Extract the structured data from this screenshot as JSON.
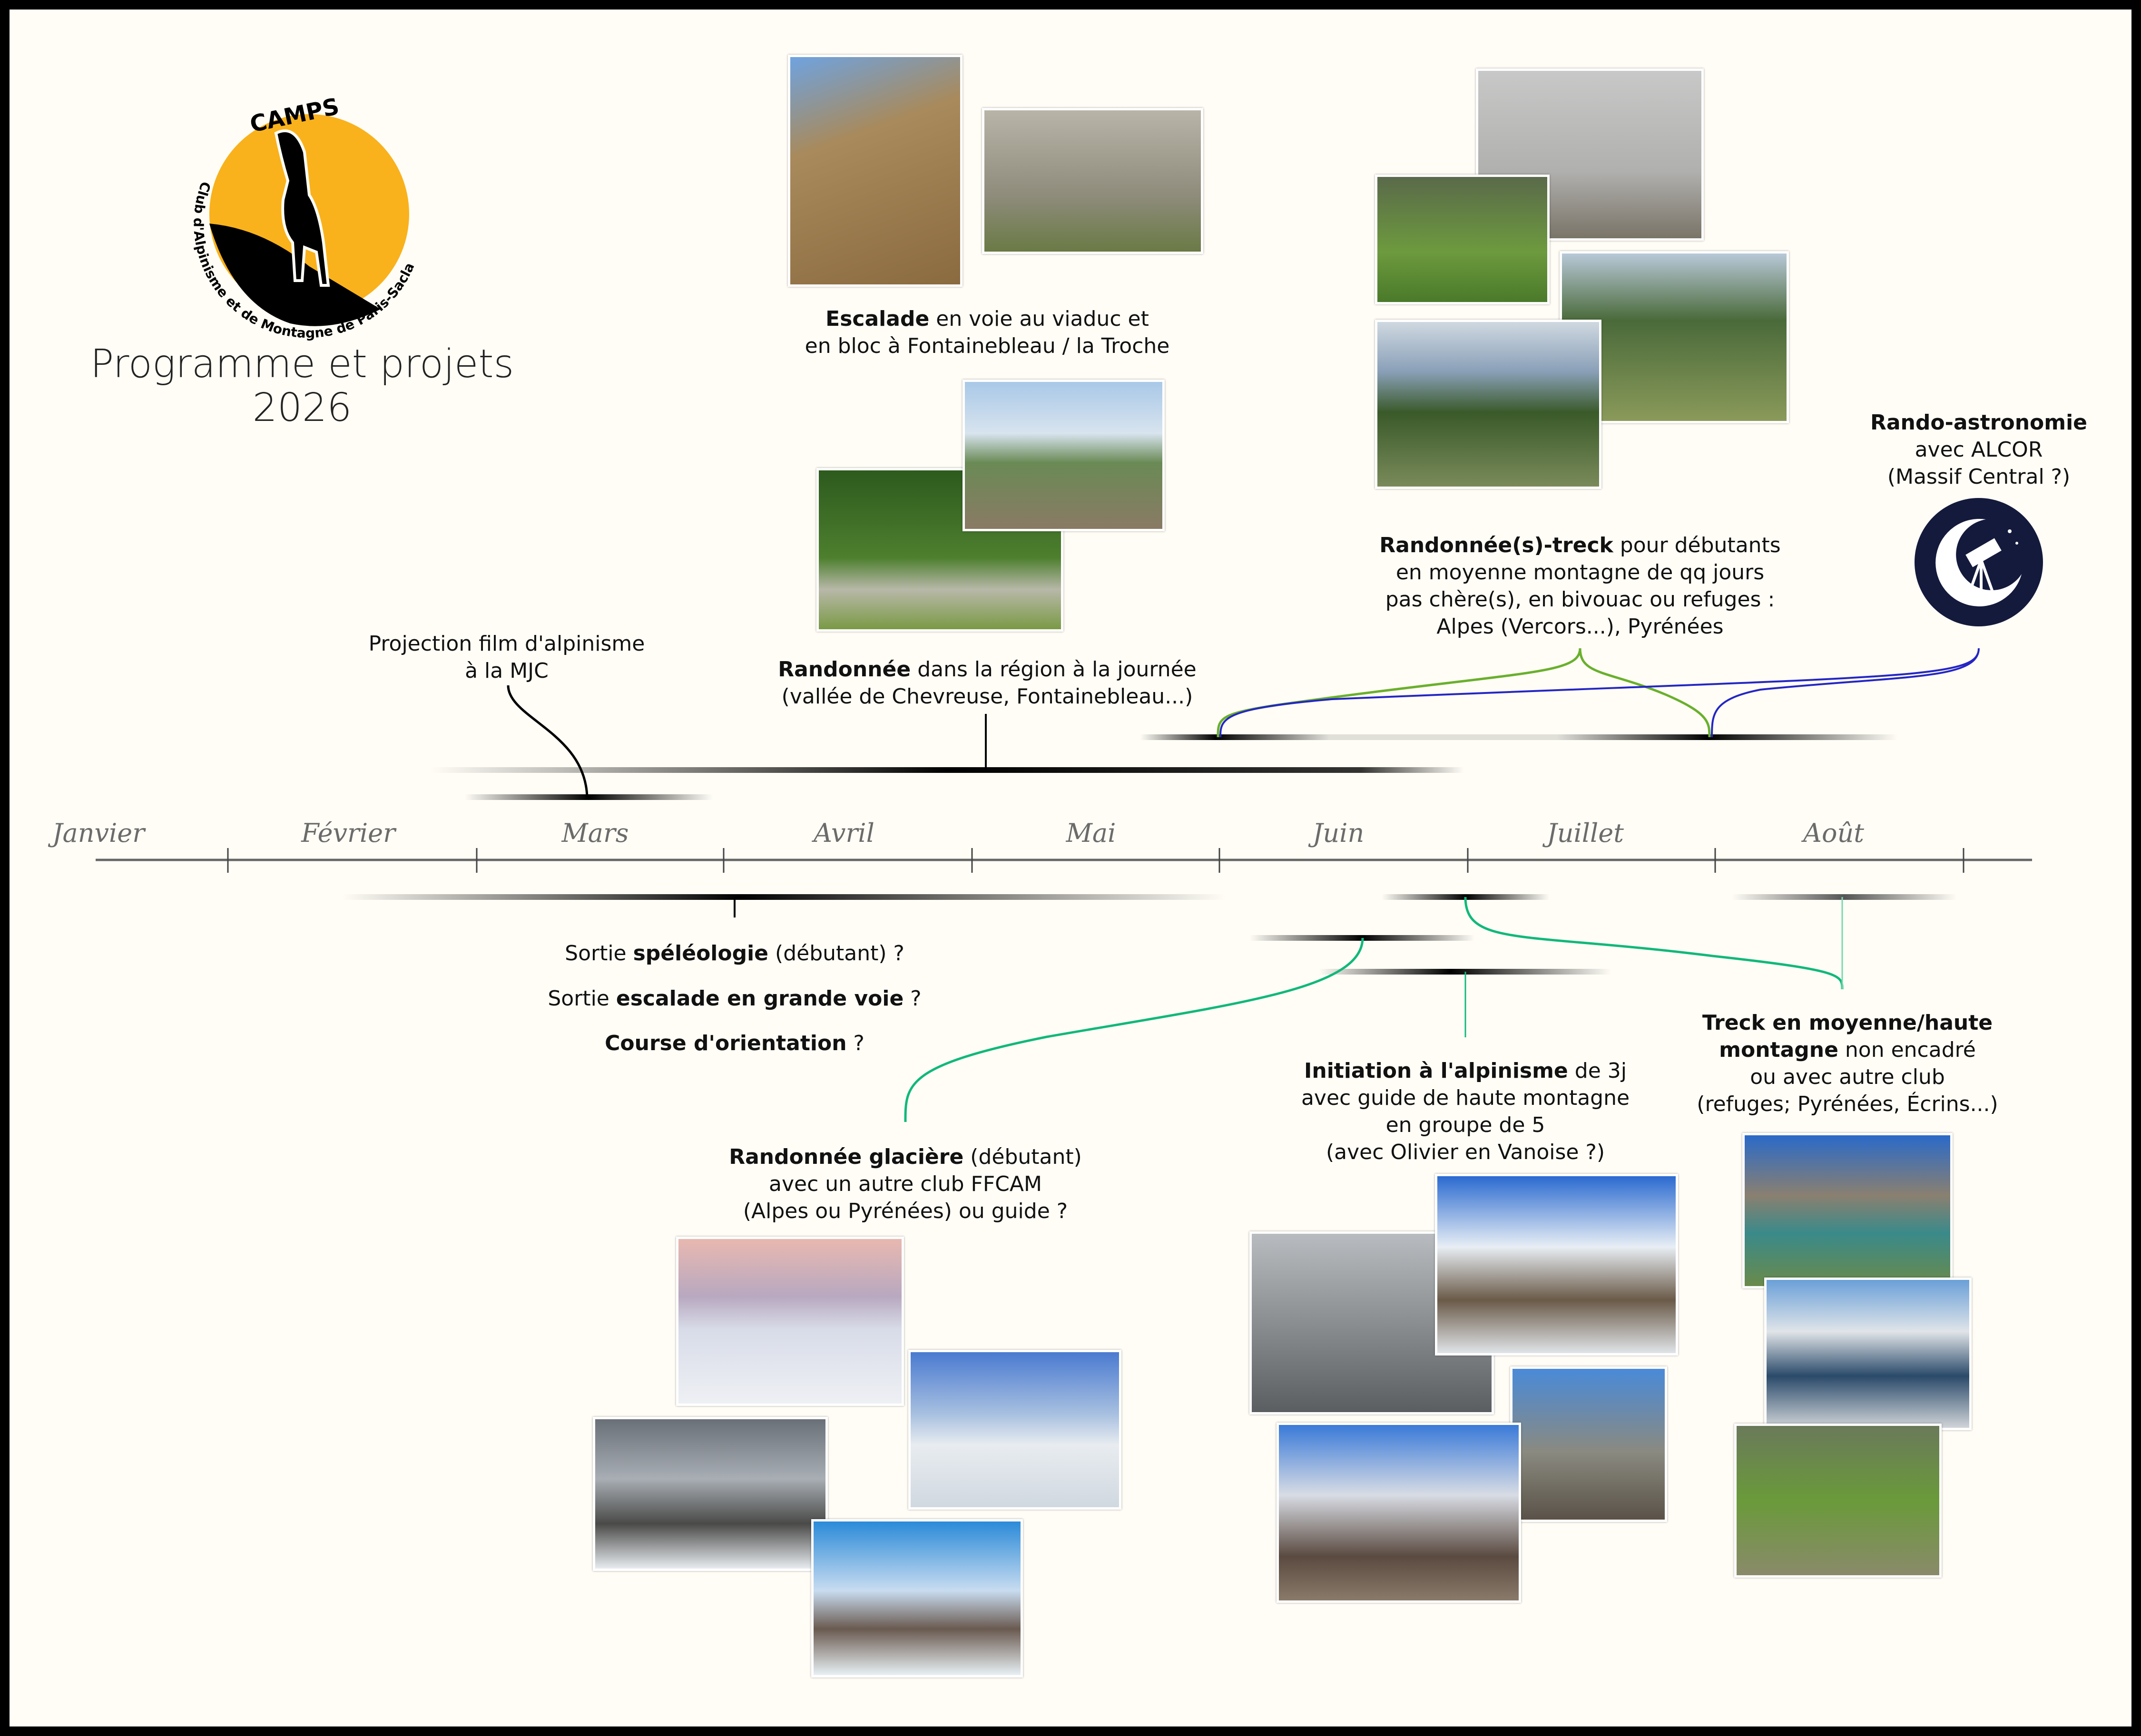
{
  "logo": {
    "name": "CAMPS",
    "subtitle": "Club d'Alpinisme et de Montagne de Paris-Saclay",
    "sun_color": "#f9b21c"
  },
  "title": {
    "line1": "Programme et projets",
    "line2": "2026"
  },
  "months": [
    "Janvier",
    "Février",
    "Mars",
    "Avril",
    "Mai",
    "Juin",
    "Juillet",
    "Août"
  ],
  "events": {
    "projection": {
      "line1": "Projection film d'alpinisme",
      "line2": "à la MJC"
    },
    "escalade": {
      "bold": "Escalade",
      "line1_rest": " en voie au viaduc et",
      "line2": "en bloc à Fontainebleau / la Troche"
    },
    "rando": {
      "bold": "Randonnée",
      "line1_rest": " dans la région à la journée",
      "line2": "(vallée de Chevreuse, Fontainebleau...)"
    },
    "treck_debutants": {
      "bold": "Randonnée(s)-treck",
      "line1_rest": " pour débutants",
      "line2": "en moyenne montagne de qq jours",
      "line3": "pas chère(s), en bivouac ou refuges :",
      "line4": "Alpes (Vercors...), Pyrénées"
    },
    "astro": {
      "bold": "Rando-astronomie",
      "line2": "avec ALCOR",
      "line3": "(Massif Central ?)"
    },
    "speleo": {
      "pre": "Sortie ",
      "bold": "spéléologie",
      "rest": " (débutant) ?"
    },
    "grande_voie": {
      "pre": "Sortie ",
      "bold": "escalade en grande voie",
      "rest": " ?"
    },
    "orientation": {
      "bold": "Course d'orientation",
      "rest": " ?"
    },
    "glaciere": {
      "bold": "Randonnée glacière",
      "line1_rest": " (débutant)",
      "line2": "avec un autre club FFCAM",
      "line3": "(Alpes ou Pyrénées) ou guide ?"
    },
    "alpinisme": {
      "bold": "Initiation à l'alpinisme",
      "line1_rest": " de 3j",
      "line2": "avec guide de haute montagne",
      "line3": "en groupe de 5",
      "line4": "(avec Olivier en Vanoise ?)"
    },
    "treck_haute": {
      "bold1": "Treck en moyenne/haute",
      "bold2": "montagne",
      "line2_rest": " non encadré",
      "line3": "ou avec autre club",
      "line4": "(refuges; Pyrénées, Écrins...)"
    }
  },
  "colors": {
    "green": "#11b87a",
    "lime": "#6ab02c",
    "blue": "#2426c4",
    "navy": "#141a3c",
    "axis": "#666666"
  }
}
